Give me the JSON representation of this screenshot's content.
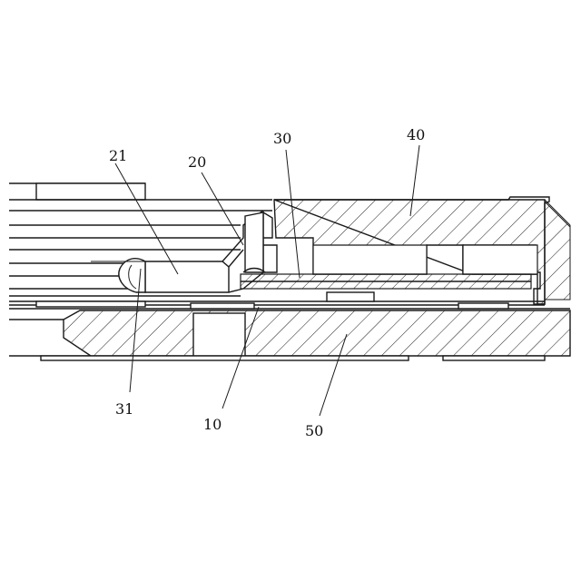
{
  "figure": {
    "labels": {
      "r10": "10",
      "r20": "20",
      "r21": "21",
      "r30": "30",
      "r31": "31",
      "r40": "40",
      "r50": "50"
    }
  }
}
